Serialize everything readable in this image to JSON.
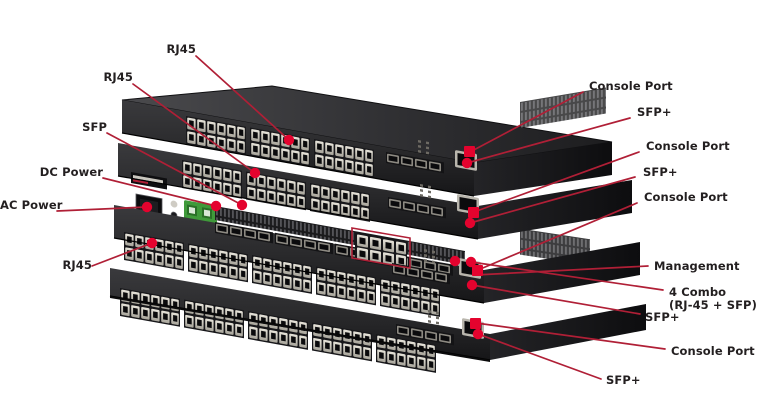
{
  "figure": {
    "title": "Network Switch Stack Port Callout Diagram",
    "background_color": "#ffffff",
    "leader_color": "#b01f36",
    "label_color": "#231f20",
    "chassis_color": "#2b2b2d",
    "port_color": "#d9d6cc",
    "dc_terminal_color": "#3f9a3a"
  },
  "callouts": {
    "rj45_top": "RJ45",
    "rj45_second": "RJ45",
    "sfp": "SFP",
    "dc_power": "DC Power",
    "ac_power": "AC Power",
    "rj45_bottom": "RJ45",
    "console_port_1": "Console Port",
    "sfp_plus_1": "SFP+",
    "console_port_2": "Console Port",
    "sfp_plus_2": "SFP+",
    "console_port_3": "Console Port",
    "management": "Management",
    "combo_line1": "4 Combo",
    "combo_line2": "(RJ-45 + SFP)",
    "sfp_plus_3": "SFP+",
    "console_port_4": "Console Port",
    "sfp_plus_4": "SFP+"
  },
  "devices": [
    {
      "name": "switch-unit-1",
      "position": "top"
    },
    {
      "name": "switch-unit-2",
      "position": "upper-middle"
    },
    {
      "name": "switch-unit-3",
      "position": "lower-middle"
    },
    {
      "name": "switch-unit-4",
      "position": "bottom"
    }
  ]
}
